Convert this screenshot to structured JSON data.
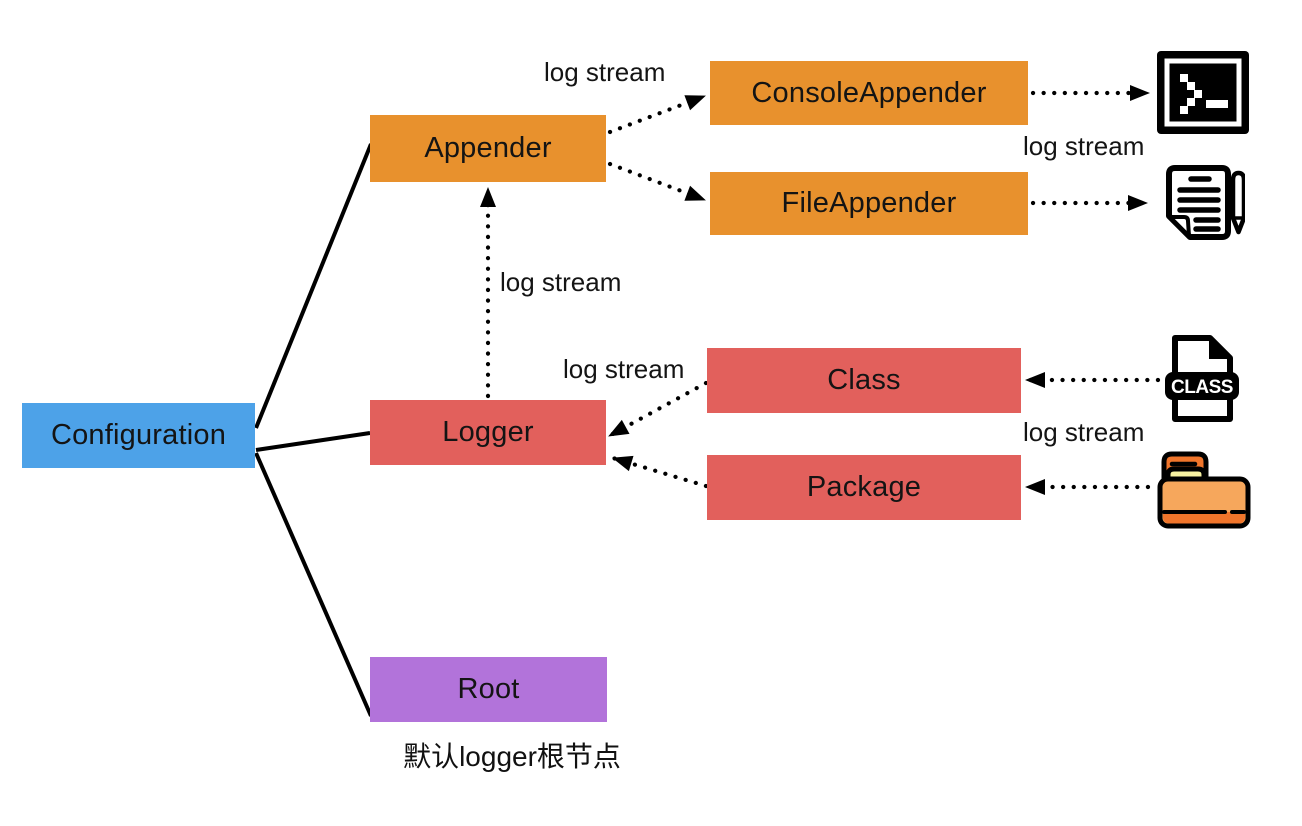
{
  "diagram": {
    "nodes": {
      "configuration": {
        "label": "Configuration",
        "color": "#4da2e8"
      },
      "appender": {
        "label": "Appender",
        "color": "#e8912d"
      },
      "console_appender": {
        "label": "ConsoleAppender",
        "color": "#e8912d"
      },
      "file_appender": {
        "label": "FileAppender",
        "color": "#e8912d"
      },
      "logger": {
        "label": "Logger",
        "color": "#e2605c"
      },
      "class": {
        "label": "Class",
        "color": "#e2605c"
      },
      "package": {
        "label": "Package",
        "color": "#e2605c"
      },
      "root": {
        "label": "Root",
        "color": "#b273da"
      }
    },
    "edge_labels": {
      "appender_to_console": "log stream",
      "appenders_to_outputs": "log stream",
      "logger_to_appender": "log stream",
      "class_to_logger": "log stream",
      "sources_to_loggers": "log stream"
    },
    "caption": "默认logger根节点",
    "class_file_badge": "CLASS",
    "icons": {
      "terminal": "terminal-icon",
      "log_file": "log-file-icon",
      "class_file": "class-file-icon",
      "package_folder": "folder-icon",
      "folder_body_color": "#f6a75c",
      "folder_tab_color": "#f0752b",
      "folder_paper_color": "#f8f2a2"
    },
    "edge_style": {
      "line_color": "#000000"
    }
  }
}
